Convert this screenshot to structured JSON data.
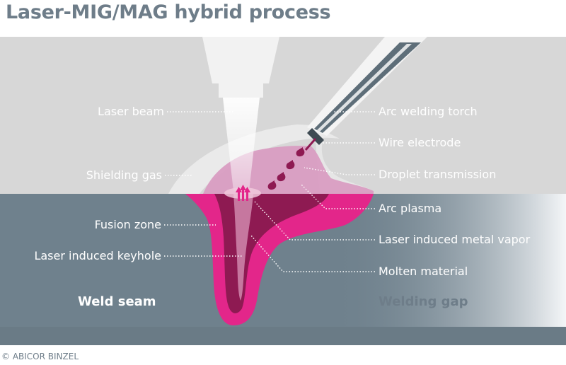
{
  "title": "Laser-MIG/MAG hybrid process",
  "credit": "© ABICOR BINZEL",
  "labels": {
    "laser_beam": "Laser beam",
    "shielding_gas": "Shielding gas",
    "fusion_zone": "Fusion zone",
    "laser_keyhole": "Laser induced keyhole",
    "arc_torch": "Arc welding torch",
    "wire_electrode": "Wire electrode",
    "droplet_transmission": "Droplet transmission",
    "arc_plasma": "Arc plasma",
    "metal_vapor": "Laser induced metal vapor",
    "molten_material": "Molten material"
  },
  "sections": {
    "weld_seam": "Weld seam",
    "welding_gap": "Welding gap"
  },
  "colors": {
    "title": "#6e7d89",
    "background_upper": "#d7d7d7",
    "workpiece": "#6f818d",
    "weld_pool": "#e3268a",
    "keyhole": "#8e1a52",
    "label_text": "#ffffff",
    "welding_gap_text": "#6e7d89"
  }
}
